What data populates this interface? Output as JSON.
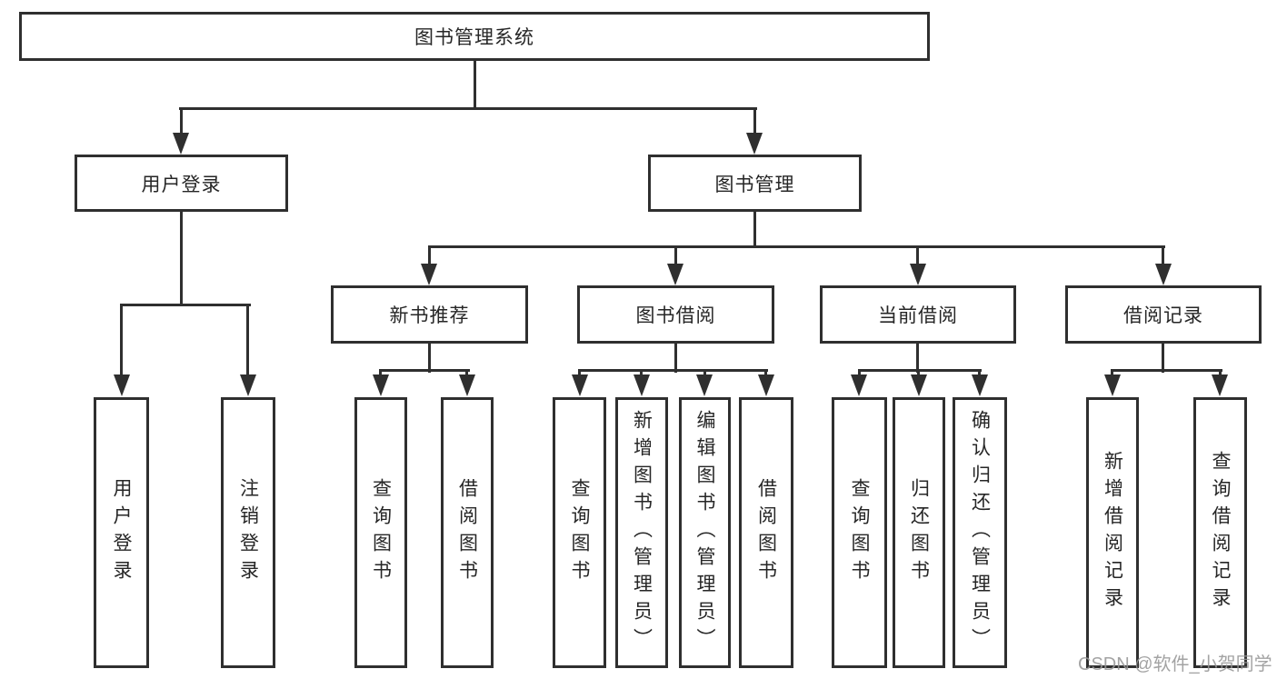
{
  "diagram": {
    "root": {
      "label": "图书管理系统"
    },
    "branches": [
      {
        "label": "用户登录",
        "children": [
          {
            "label": "用户登录"
          },
          {
            "label": "注销登录"
          }
        ]
      },
      {
        "label": "图书管理",
        "children": [
          {
            "label": "新书推荐",
            "children": [
              {
                "label": "查询图书"
              },
              {
                "label": "借阅图书"
              }
            ]
          },
          {
            "label": "图书借阅",
            "children": [
              {
                "label": "查询图书"
              },
              {
                "label": "新增图书（管理员）"
              },
              {
                "label": "编辑图书（管理员）"
              },
              {
                "label": "借阅图书"
              }
            ]
          },
          {
            "label": "当前借阅",
            "children": [
              {
                "label": "查询图书"
              },
              {
                "label": "归还图书"
              },
              {
                "label": "确认归还（管理员）"
              }
            ]
          },
          {
            "label": "借阅记录",
            "children": [
              {
                "label": "新增借阅记录"
              },
              {
                "label": "查询借阅记录"
              }
            ]
          }
        ]
      }
    ],
    "colors": {
      "line": "#2f2f2f",
      "text": "#262626",
      "background": "#ffffff"
    }
  },
  "watermark": {
    "text": "CSDN @软件_小贺同学",
    "color": "#a9a9a9"
  }
}
